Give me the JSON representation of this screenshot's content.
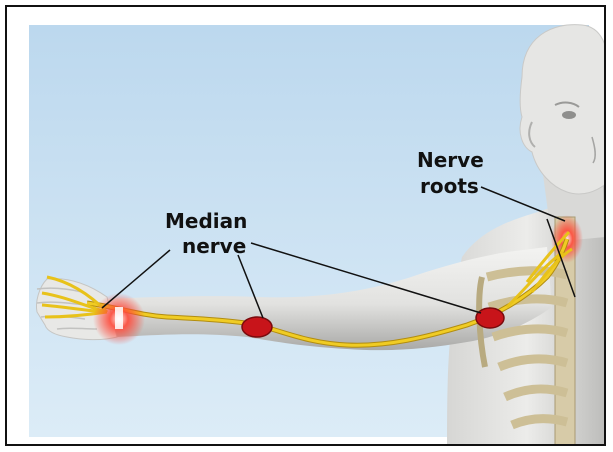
{
  "labels": {
    "median_line1": "Median",
    "median_line2": "nerve",
    "roots_line1": "Nerve",
    "roots_line2": "roots"
  },
  "colors": {
    "sky": "#cfe3f2",
    "skin": "#e4e4e2",
    "skin_shade": "#bdbdbb",
    "nerve": "#e8c21a",
    "nerve_outline": "#b28d10",
    "marker": "#c8141a",
    "glow": "#ff3a2a",
    "bone": "#ded3b4",
    "bone_shade": "#b6a780"
  },
  "icons": [
    "arm-anatomy-illustration",
    "median-nerve",
    "nerve-roots",
    "compression-site-marker",
    "pain-glow"
  ]
}
